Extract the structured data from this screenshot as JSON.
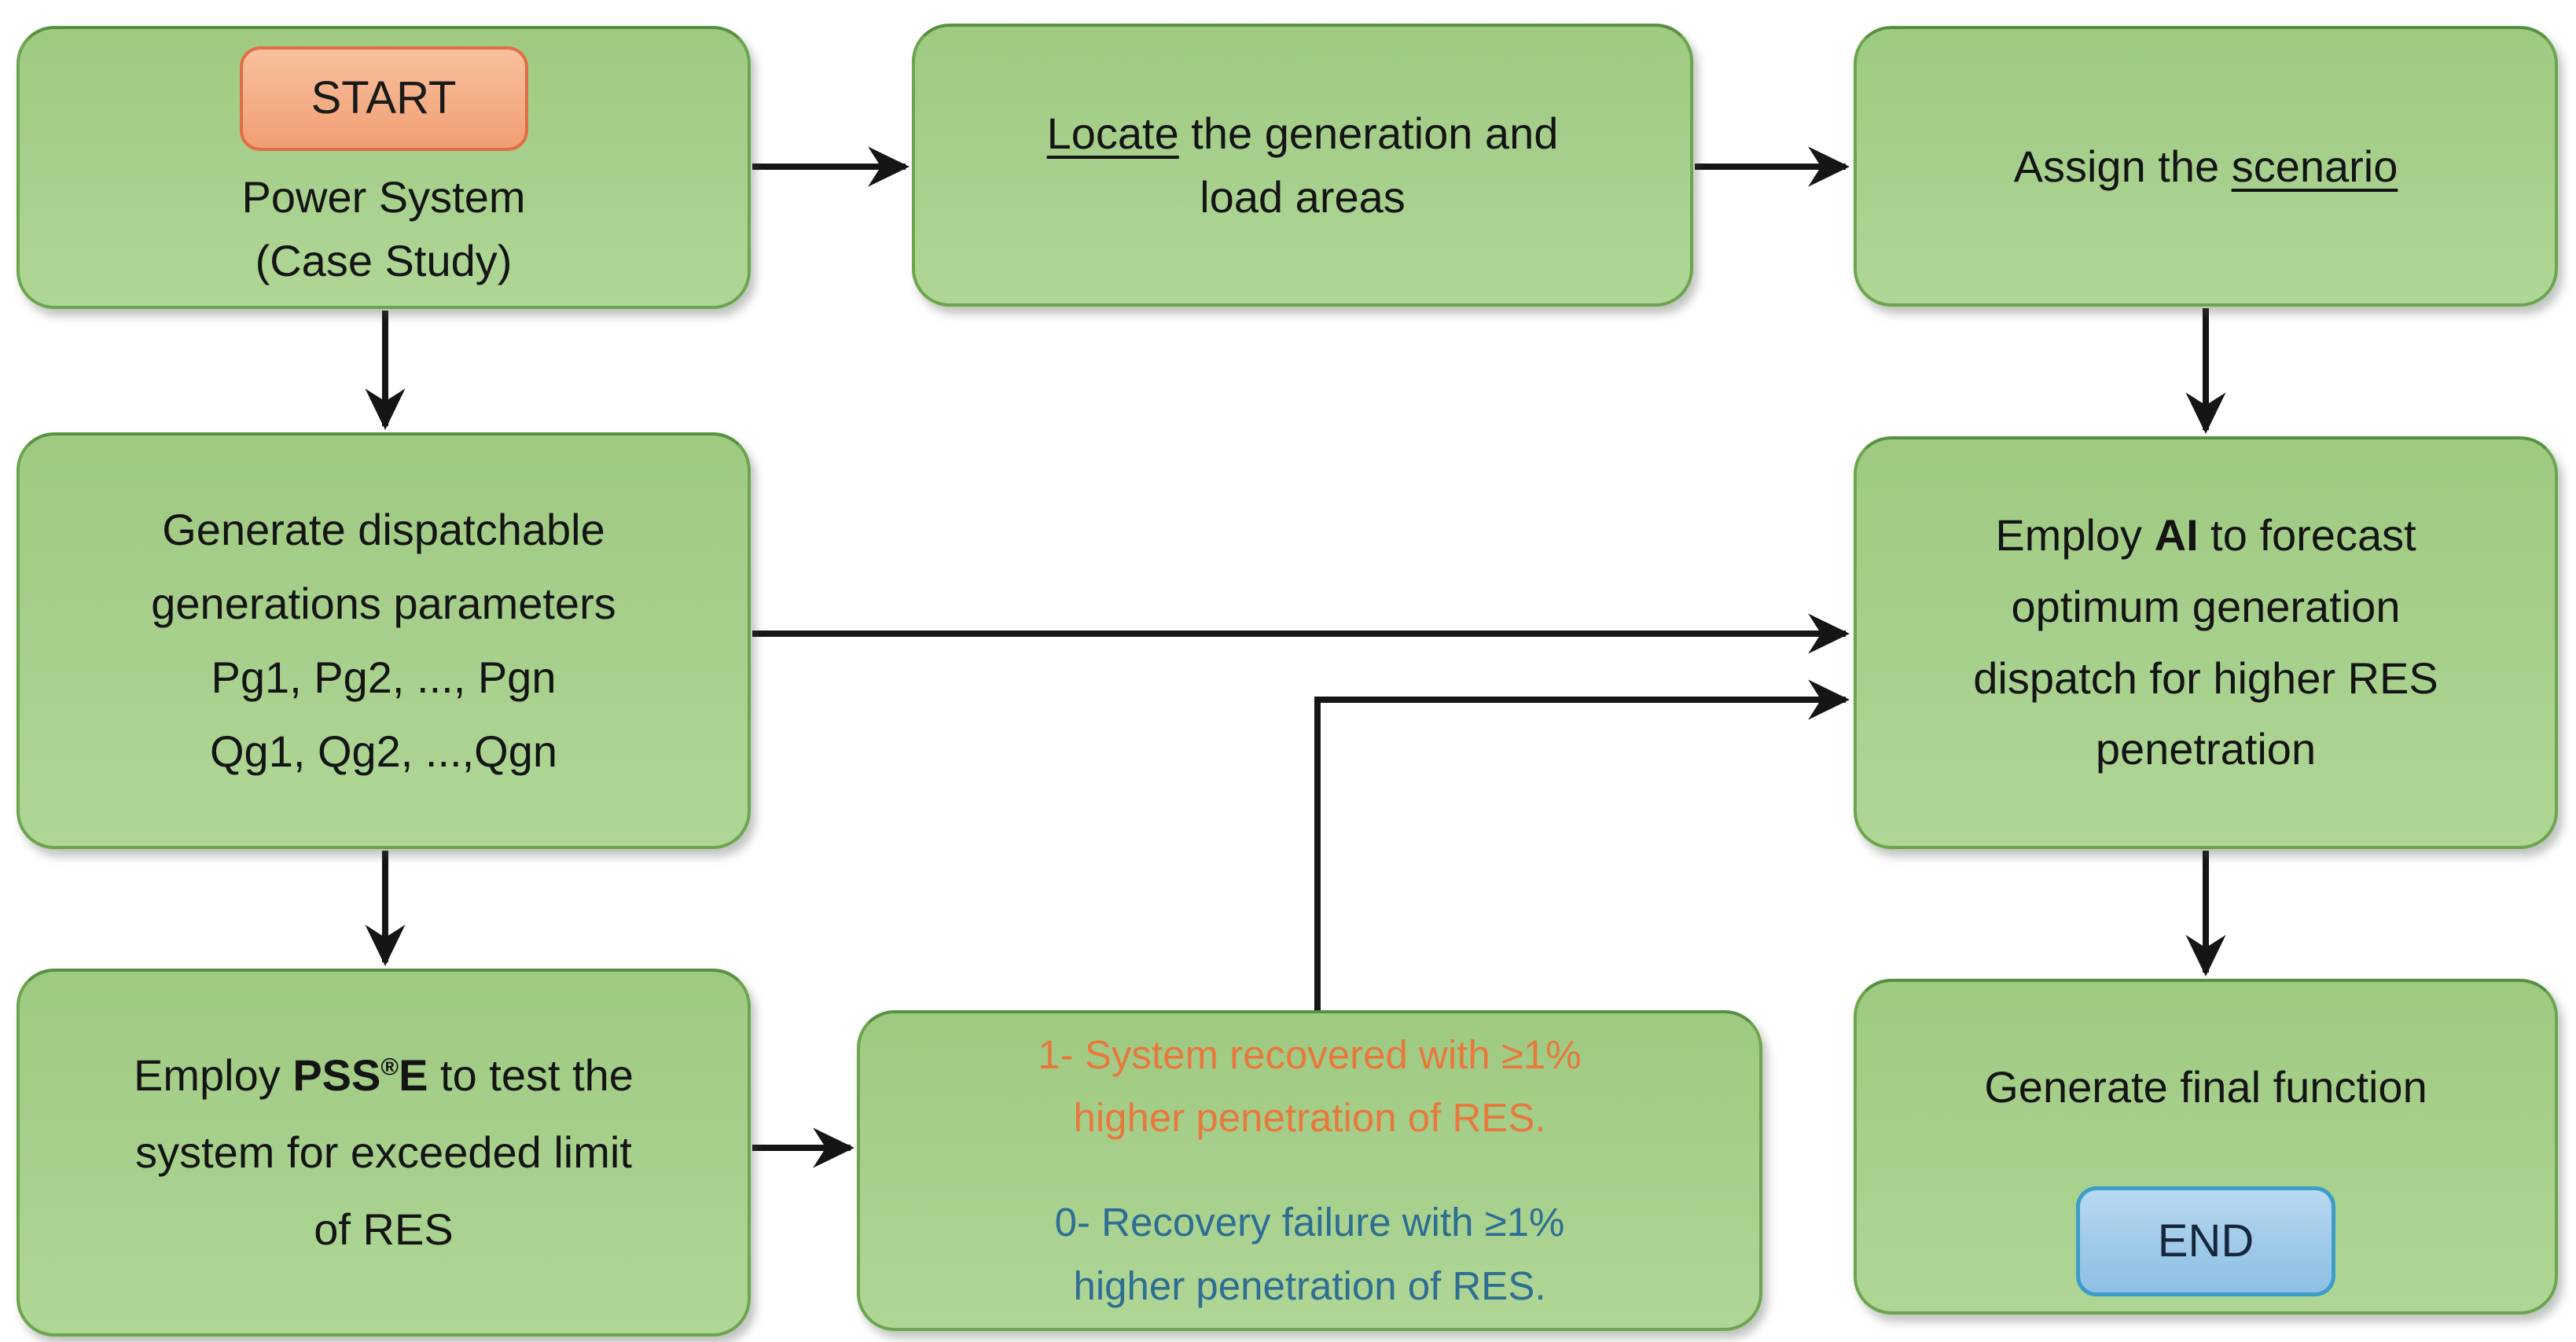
{
  "figure": {
    "type": "flowchart",
    "background": "#ffffff",
    "palette": {
      "node_fill": "#a8d08d",
      "node_border": "#6ba54c",
      "start_fill": "#f4ab83",
      "start_border": "#e06d48",
      "end_fill": "#9cc8e8",
      "end_border": "#3c9dc8",
      "arrow": "#151515",
      "text": "#141414",
      "recovered_text": "#e8793d",
      "failure_text": "#2d6e92"
    },
    "nodes": {
      "power_system": {
        "start_label": "START",
        "line1": "Power System",
        "line2": "(Case Study)"
      },
      "locate": {
        "line1_underlined": "Locate",
        "line1_rest": " the generation and",
        "line2": "load areas"
      },
      "assign": {
        "pre": "Assign the ",
        "underlined": "scenario"
      },
      "generate_params": {
        "line1": "Generate dispatchable",
        "line2": "generations parameters",
        "line3": "Pg1, Pg2, ..., Pgn",
        "line4": "Qg1, Qg2, ...,Qgn"
      },
      "employ_ai": {
        "line1_pre": "Employ ",
        "line1_bold": "AI",
        "line1_post": " to forecast",
        "line2": "optimum generation",
        "line3": "dispatch for higher RES",
        "line4": "penetration"
      },
      "employ_psse": {
        "line1_pre": "Employ ",
        "line1_bold": "PSS",
        "line1_sup": "®",
        "line1_bold2": "E",
        "line1_post": " to test the",
        "line2": "system for exceeded limit",
        "line3": "of RES"
      },
      "outcomes": {
        "recovered_line1": "1- System recovered with ≥1%",
        "recovered_line2": "higher penetration of RES.",
        "failure_line1": "0- Recovery failure with ≥1%",
        "failure_line2": "higher penetration of RES."
      },
      "final_function": {
        "text": "Generate final function",
        "end_label": "END"
      }
    }
  }
}
